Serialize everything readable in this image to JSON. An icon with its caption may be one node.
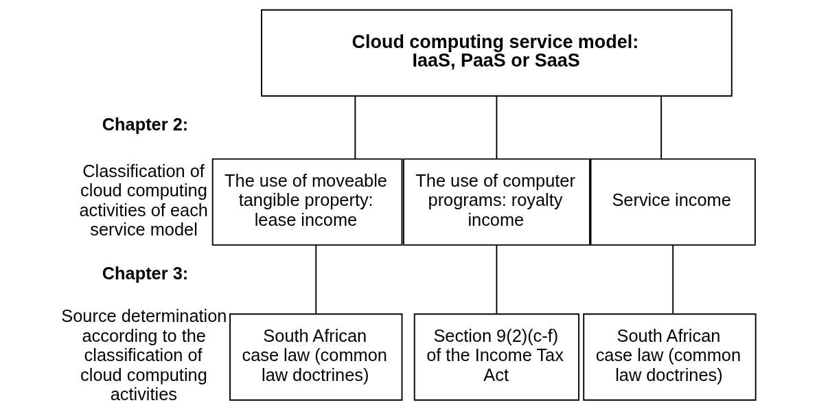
{
  "diagram": {
    "nodes": [
      {
        "text": [
          "Cloud computing service model: IaaS, PaaS or SaaS"
        ]
      },
      {
        "text": [
          "The use of moveable tangible property: lease income"
        ]
      },
      {
        "text": [
          "The use of computer programs: royalty income"
        ]
      },
      {
        "text": [
          "Service income"
        ]
      },
      {
        "text": [
          "South African case law (common law doctrines)"
        ]
      },
      {
        "text": [
          "Section 9(2)(c-f) of the Income Tax Act"
        ]
      },
      {
        "text": [
          "South African case law (common law doctrines)"
        ]
      }
    ],
    "edges": [
      {
        "from": 0,
        "to": 1,
        "arrow": "none"
      },
      {
        "from": 0,
        "to": 2,
        "arrow": "none"
      },
      {
        "from": 0,
        "to": 3,
        "arrow": "none"
      },
      {
        "from": 1,
        "to": 4,
        "arrow": "none"
      },
      {
        "from": 2,
        "to": 5,
        "arrow": "none"
      },
      {
        "from": 3,
        "to": 6,
        "arrow": "none"
      }
    ],
    "labels": [
      "Chapter 2:",
      "Classification of cloud computing activities of each service model",
      "Chapter 3:",
      "Source determination according to the classification of cloud computing activities"
    ]
  }
}
